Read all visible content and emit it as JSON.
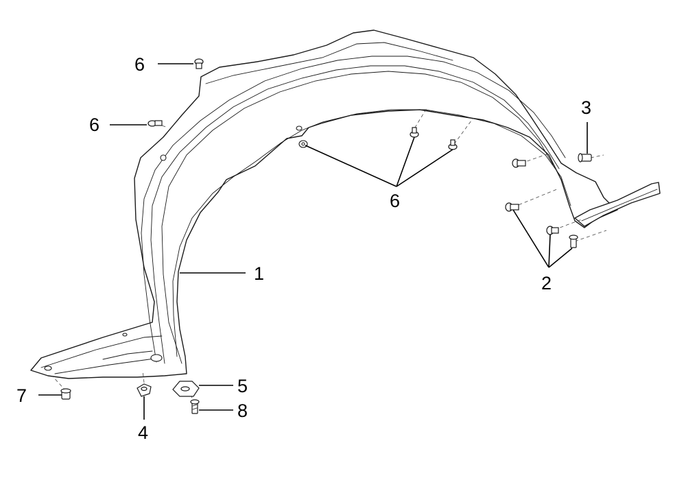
{
  "callouts": {
    "fender_liner": "1",
    "clips_rear": "2",
    "clip_top_rear": "3",
    "nut_clip": "4",
    "bracket_clip": "5",
    "clip_top": "6",
    "clip_left": "6",
    "clips_inner": "6",
    "clip_front": "7",
    "screw": "8"
  }
}
